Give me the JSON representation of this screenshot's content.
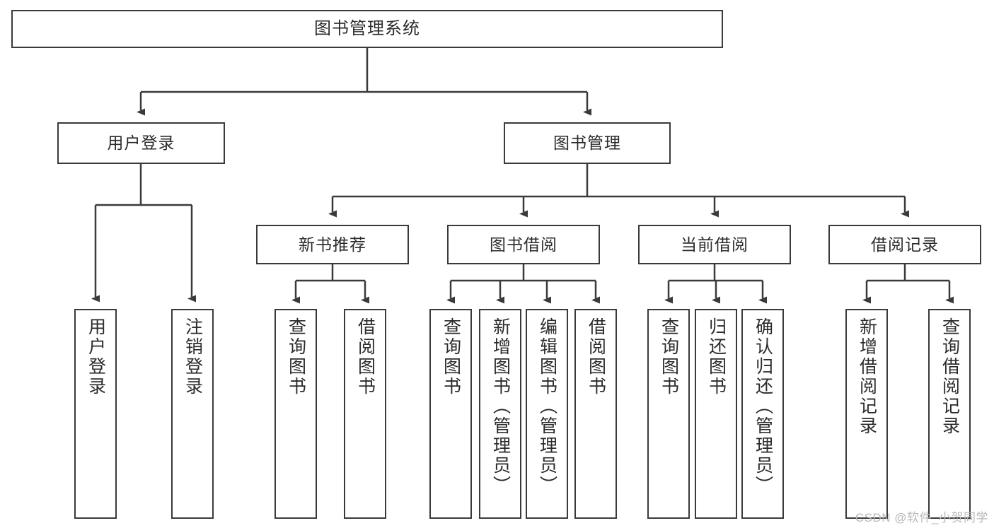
{
  "diagram": {
    "title": "图书管理系统",
    "watermark": "CSDN @软件_小贺同学",
    "stroke_color": "#3a3a3a",
    "text_color": "#2b2b2b",
    "background": "#ffffff",
    "root": {
      "label": "图书管理系统"
    },
    "level2": [
      {
        "label": "用户登录"
      },
      {
        "label": "图书管理"
      }
    ],
    "level3": [
      {
        "label": "新书推荐"
      },
      {
        "label": "图书借阅"
      },
      {
        "label": "当前借阅"
      },
      {
        "label": "借阅记录"
      }
    ],
    "leaves": {
      "user_login": [
        {
          "label": "用户登录"
        },
        {
          "label": "注销登录"
        }
      ],
      "new_book_recommend": [
        {
          "label": "查询图书"
        },
        {
          "label": "借阅图书"
        }
      ],
      "book_borrow": [
        {
          "label": "查询图书"
        },
        {
          "label": "新增图书（管理员）"
        },
        {
          "label": "编辑图书（管理员）"
        },
        {
          "label": "借阅图书"
        }
      ],
      "current_borrow": [
        {
          "label": "查询图书"
        },
        {
          "label": "归还图书"
        },
        {
          "label": "确认归还（管理员）"
        }
      ],
      "borrow_record": [
        {
          "label": "新增借阅记录"
        },
        {
          "label": "查询借阅记录"
        }
      ]
    }
  }
}
